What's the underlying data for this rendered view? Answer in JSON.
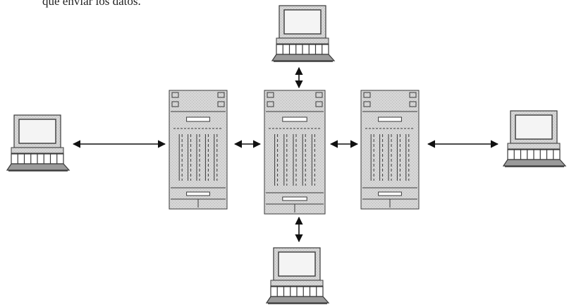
{
  "caption": "que enviar los datos.",
  "colors": {
    "outline": "#3a3a3a",
    "fill": "#d6d6d6",
    "stipple": "#b8b8b8",
    "screen": "#f4f4f4",
    "arrow": "#111111"
  },
  "nodes": {
    "servers": [
      {
        "name": "server-left"
      },
      {
        "name": "server-center"
      },
      {
        "name": "server-right"
      }
    ],
    "terminals": [
      {
        "name": "terminal-left"
      },
      {
        "name": "terminal-top"
      },
      {
        "name": "terminal-right"
      },
      {
        "name": "terminal-bottom"
      }
    ]
  },
  "links": [
    {
      "name": "link-terminal-left-server-left",
      "from": "terminal-left",
      "to": "server-left"
    },
    {
      "name": "link-server-left-server-center",
      "from": "server-left",
      "to": "server-center"
    },
    {
      "name": "link-server-center-server-right",
      "from": "server-center",
      "to": "server-right"
    },
    {
      "name": "link-server-right-terminal-right",
      "from": "server-right",
      "to": "terminal-right"
    },
    {
      "name": "link-terminal-top-server-center",
      "from": "terminal-top",
      "to": "server-center"
    },
    {
      "name": "link-server-center-terminal-bottom",
      "from": "server-center",
      "to": "terminal-bottom"
    }
  ]
}
